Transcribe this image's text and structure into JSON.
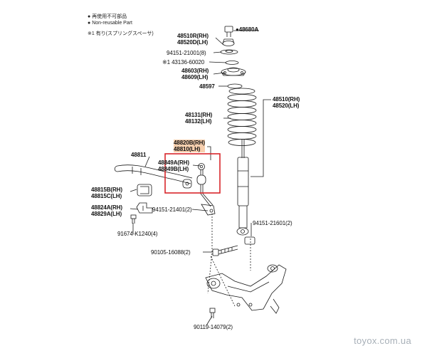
{
  "legend": [
    {
      "symbol": "●",
      "text": "再使用不可部品"
    },
    {
      "symbol": "●",
      "text": "Non-reusable Part"
    },
    {
      "symbol": "",
      "text": "※1 有り(スプリングスペーサ)"
    }
  ],
  "parts": [
    {
      "id": "p48680",
      "lines": [
        "●48680A"
      ]
    },
    {
      "id": "p48510",
      "lines": [
        "48510R(RH)",
        "48520D(LH)"
      ]
    },
    {
      "id": "p94151a",
      "lines": [
        "94151-21001(8)"
      ]
    },
    {
      "id": "p43136",
      "lines": [
        "※1 43136-60020"
      ]
    },
    {
      "id": "p48603",
      "lines": [
        "48603(RH)",
        "48609(LH)"
      ]
    },
    {
      "id": "p48597",
      "lines": [
        "48597"
      ]
    },
    {
      "id": "p48510b",
      "lines": [
        "48510(RH)",
        "48520(LH)"
      ]
    },
    {
      "id": "p48131",
      "lines": [
        "48131(RH)",
        "48132(LH)"
      ]
    },
    {
      "id": "p48820",
      "lines": [
        "48820B(RH)",
        "48810(LH)"
      ],
      "highlight": true
    },
    {
      "id": "p48811",
      "lines": [
        "48811"
      ]
    },
    {
      "id": "p48849",
      "lines": [
        "48849A(RH)",
        "48849B(LH)"
      ]
    },
    {
      "id": "p48815",
      "lines": [
        "48815B(RH)",
        "48815C(LH)"
      ]
    },
    {
      "id": "p48824",
      "lines": [
        "48824A(RH)",
        "48829A(LH)"
      ]
    },
    {
      "id": "p94151b",
      "lines": [
        "94151-21401(2)"
      ]
    },
    {
      "id": "p94151c",
      "lines": [
        "94151-21601(2)"
      ]
    },
    {
      "id": "p91674",
      "lines": [
        "91674-K1240(4)"
      ]
    },
    {
      "id": "p90105",
      "lines": [
        "90105-16088(2)"
      ]
    },
    {
      "id": "p90119",
      "lines": [
        "90119-14079(2)"
      ]
    }
  ],
  "watermark": "toyox.com.ua",
  "colors": {
    "line": "#1a1a1a",
    "highlight": "#f7cfae",
    "frame": "#d9262b",
    "watermark": "#a8b0b8"
  }
}
